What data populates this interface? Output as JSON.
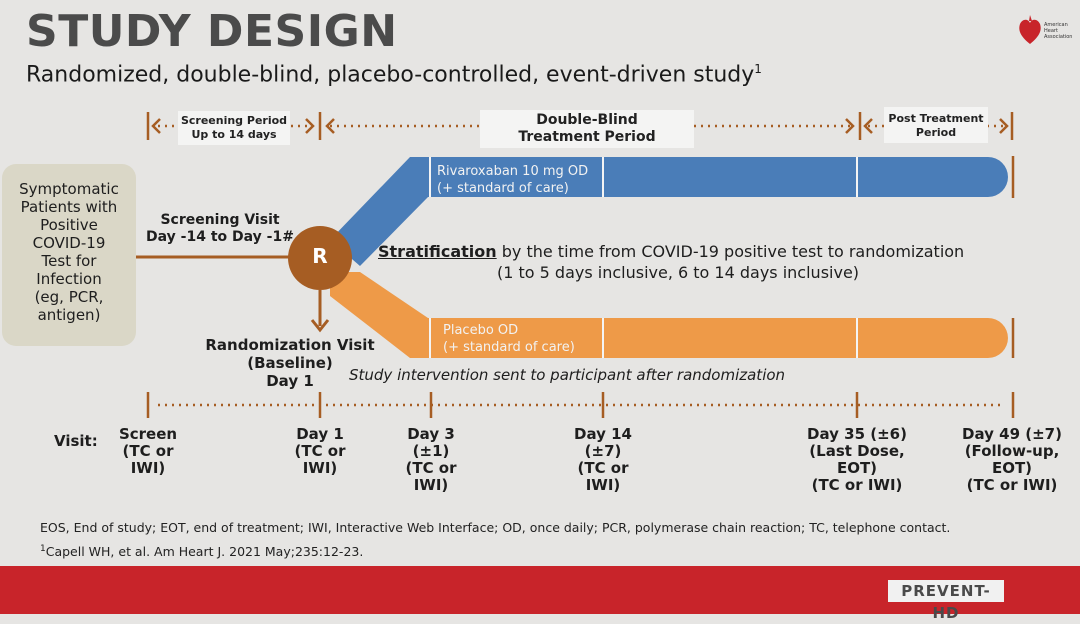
{
  "title": "STUDY DESIGN",
  "subtitle": "Randomized, double-blind, placebo-controlled, event-driven study",
  "subtitle_sup": "1",
  "logo": {
    "text": "American Heart Association",
    "icon": "heart-torch-icon"
  },
  "periods": {
    "screening": [
      "Screening Period",
      "Up to 14 days"
    ],
    "double_blind": [
      "Double-Blind",
      "Treatment Period"
    ],
    "post": [
      "Post Treatment",
      "Period"
    ]
  },
  "patients": [
    "Symptomatic",
    "Patients with",
    "Positive",
    "COVID-19",
    "Test for",
    "Infection",
    "(eg, PCR,",
    "antigen)"
  ],
  "screening_visit": [
    "Screening Visit",
    "Day -14 to Day -1#"
  ],
  "randomize_symbol": "R",
  "arms": {
    "rivaroxaban": [
      "Rivaroxaban 10 mg OD",
      "(+ standard of care)"
    ],
    "placebo": [
      "Placebo OD",
      "(+ standard of care)"
    ]
  },
  "stratification": {
    "keyword": "Stratification",
    "rest": " by the time from COVID-19 positive test to randomization",
    "line2": "(1 to 5 days inclusive, 6 to 14 days inclusive)"
  },
  "randomization_visit": [
    "Randomization Visit",
    "(Baseline)",
    "Day 1"
  ],
  "intervention_note": "Study intervention sent to participant after randomization",
  "visit_label": "Visit:",
  "visits": [
    [
      "Screen",
      "(TC or",
      "IWI)"
    ],
    [
      "Day 1",
      "(TC or",
      "IWI)"
    ],
    [
      "Day 3",
      "(±1)",
      "(TC or",
      "IWI)"
    ],
    [
      "Day 14",
      "(±7)",
      "(TC or",
      "IWI)"
    ],
    [
      "Day 35 (±6)",
      "(Last Dose,",
      "EOT)",
      "(TC or IWI)"
    ],
    [
      "Day 49 (±7)",
      "(Follow-up,",
      "EOT)",
      "(TC or IWI)"
    ]
  ],
  "footnote1": "EOS, End of study; EOT, end of treatment; IWI, Interactive Web Interface; OD, once daily; PCR, polymerase chain reaction; TC, telephone contact.",
  "footnote2_sup": "1",
  "footnote2": "Capell WH,  et al. Am Heart J. 2021 May;235:12-23.",
  "brand": "PREVENT-HD",
  "colors": {
    "blue": "#4a7db8",
    "orange": "#ee9a48",
    "brown": "#a65d23",
    "red": "#c8242a"
  }
}
